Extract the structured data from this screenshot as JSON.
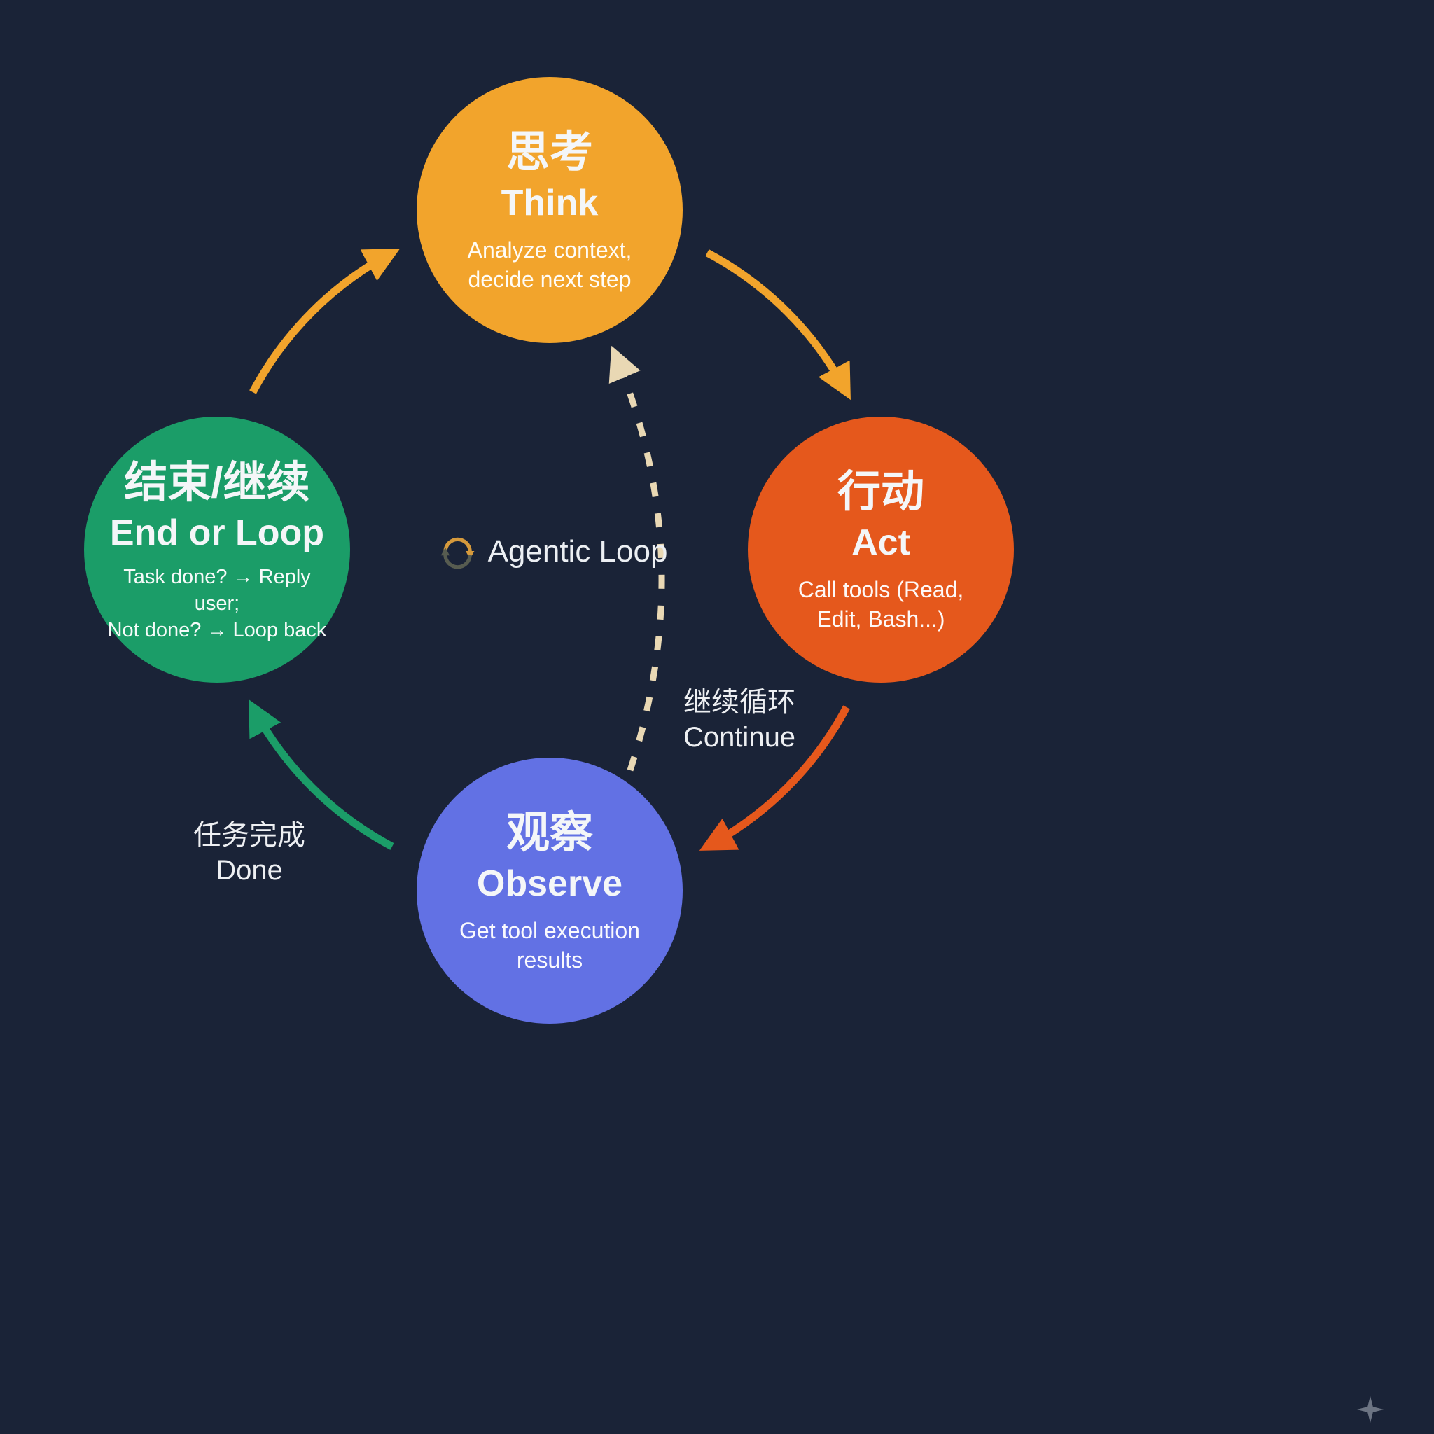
{
  "title": {
    "label": "Agentic Loop"
  },
  "colors": {
    "background": "#1A2337",
    "think": "#F2A42C",
    "act": "#E5581C",
    "observe": "#6271E4",
    "end_or_loop": "#1B9D68",
    "dashed": "#E9D8B4",
    "text": "#F4F6F8"
  },
  "nodes": [
    {
      "id": "think",
      "title_zh": "思考",
      "title_en": "Think",
      "desc": "Analyze context,\ndecide next step"
    },
    {
      "id": "act",
      "title_zh": "行动",
      "title_en": "Act",
      "desc": "Call tools (Read,\nEdit, Bash...)"
    },
    {
      "id": "observe",
      "title_zh": "观察",
      "title_en": "Observe",
      "desc": "Get tool execution\nresults"
    },
    {
      "id": "end_or_loop",
      "title_zh": "结束/继续",
      "title_en": "End or Loop",
      "desc": "Task done? → Reply user;\nNot done? → Loop back"
    }
  ],
  "edge_labels": {
    "continue": {
      "zh": "继续循环",
      "en": "Continue"
    },
    "done": {
      "zh": "任务完成",
      "en": "Done"
    }
  }
}
